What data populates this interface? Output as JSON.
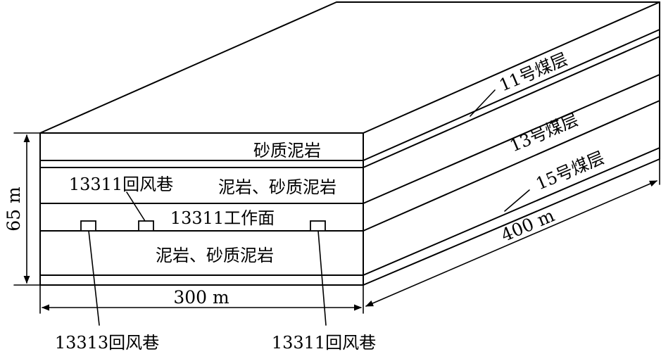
{
  "labels": {
    "upper_layer": "砂质泥岩",
    "middle_layer": "泥岩、砂质泥岩",
    "lower_layer": "泥岩、砂质泥岩",
    "working_face": "13311工作面",
    "return_13311_upper": "13311回风巷",
    "return_13313": "13313回风巷",
    "return_13311_lower": "13311回风巷",
    "seam_11": "11号煤层",
    "seam_13": "13号煤层",
    "seam_15": "15号煤层"
  },
  "dimensions": {
    "height": "65 m",
    "width": "300 m",
    "depth": "400 m"
  },
  "colors": {
    "line": "#000000",
    "background": "#ffffff"
  }
}
